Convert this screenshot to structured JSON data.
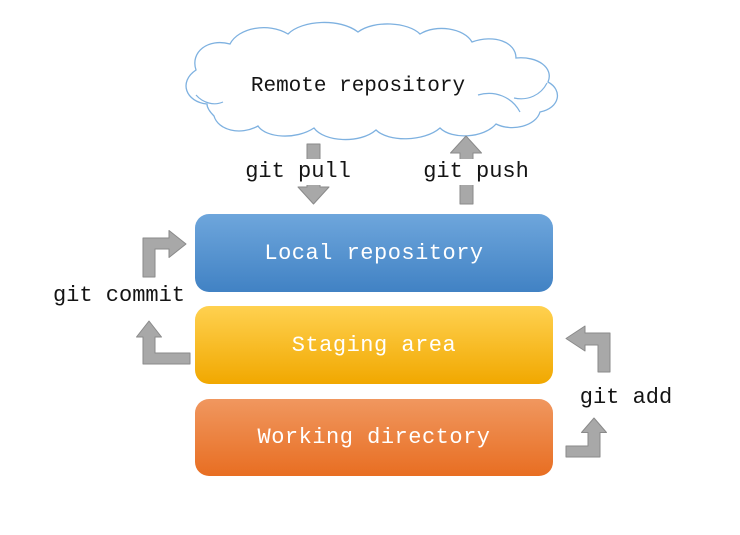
{
  "cloud": {
    "label": "Remote repository"
  },
  "commands": {
    "pull": "git pull",
    "push": "git push",
    "commit": "git commit",
    "add": "git add"
  },
  "boxes": [
    {
      "id": "local-repository",
      "label": "Local repository",
      "color_top": "#6EA6DC",
      "color_bottom": "#4182C4"
    },
    {
      "id": "staging-area",
      "label": "Staging area",
      "color_top": "#FFD150",
      "color_bottom": "#F1A800"
    },
    {
      "id": "working-directory",
      "label": "Working directory",
      "color_top": "#F0975F",
      "color_bottom": "#E86E22"
    }
  ],
  "colors": {
    "cloud_outline": "#7EB1E0",
    "arrow_fill": "#A8A8A8",
    "arrow_border": "#8A8A8A",
    "box_text": "#FFFFFF",
    "label_text": "#141414"
  }
}
